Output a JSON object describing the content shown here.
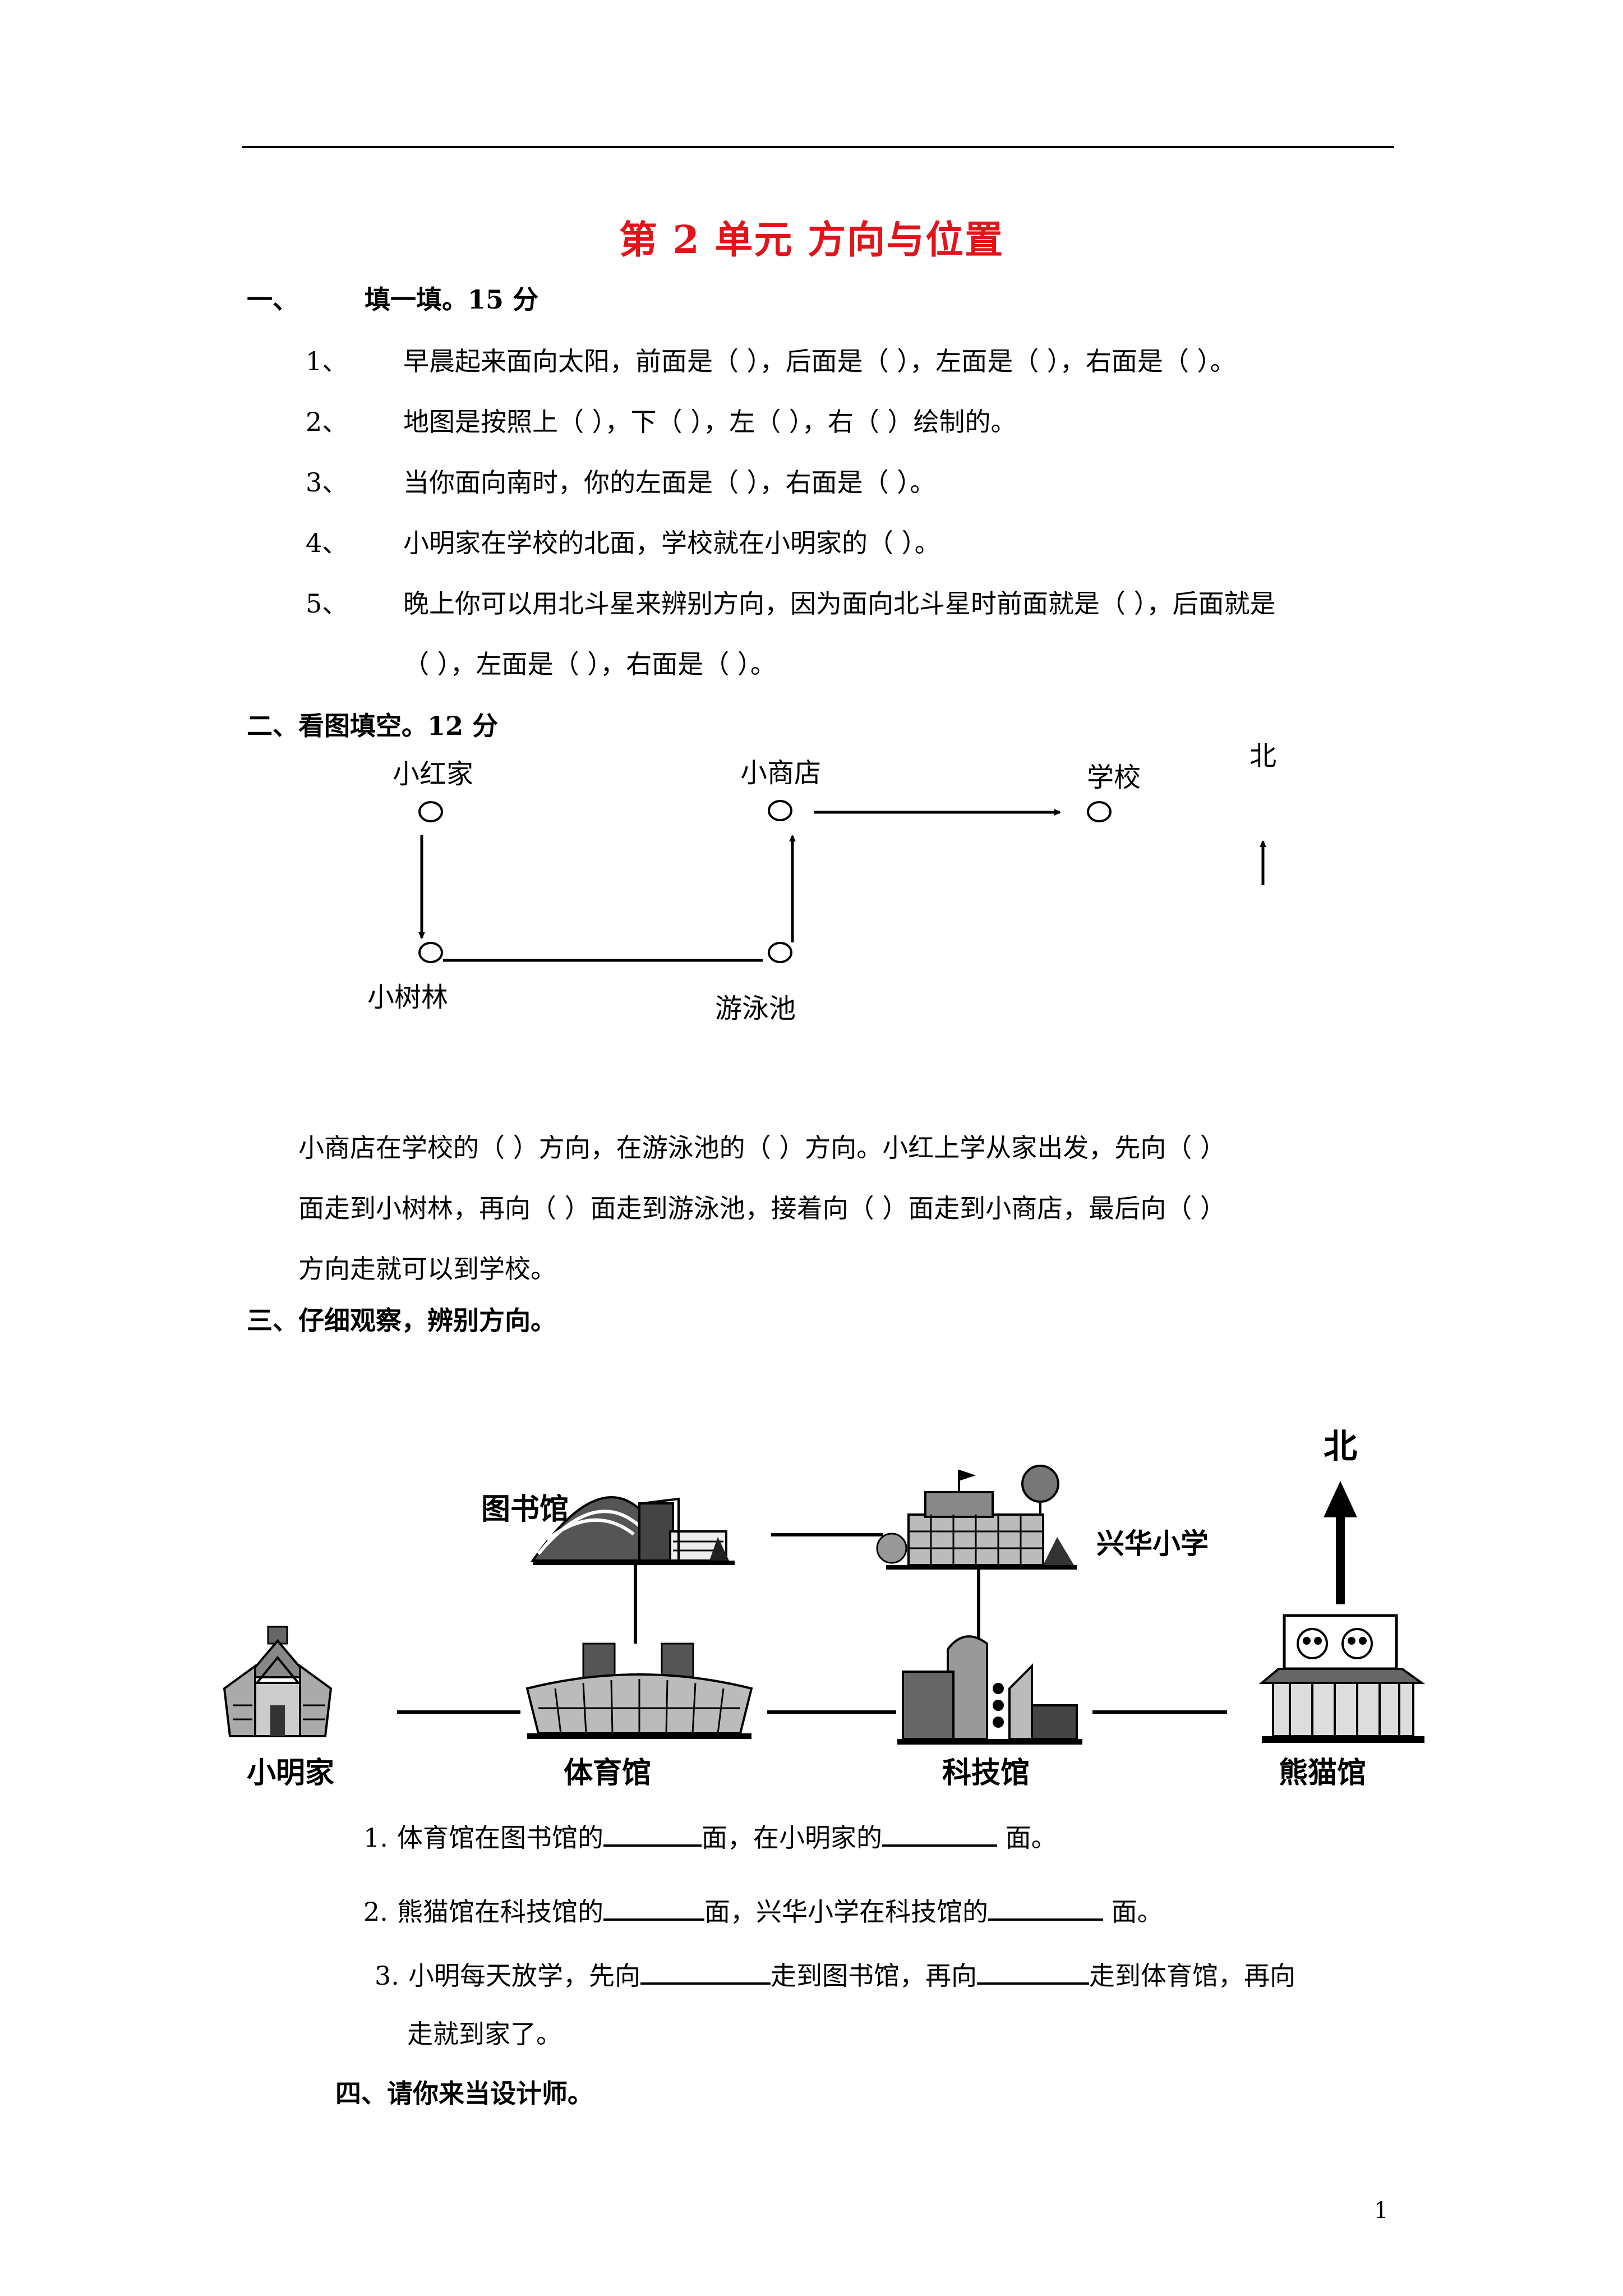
{
  "title": "第 2 单元  方向与位置",
  "section1": {
    "num": "一、",
    "heading": "填一填。15 分",
    "questions": [
      {
        "num": "1、",
        "text": "早晨起来面向太阳，前面是（    ），后面是（    ），左面是（    ），右面是（    ）。"
      },
      {
        "num": "2、",
        "text": "地图是按照上（    ），下（    ），左（    ），右（    ）绘制的。"
      },
      {
        "num": "3、",
        "text": "当你面向南时，你的左面是（    ），右面是（    ）。"
      },
      {
        "num": "4、",
        "text": "小明家在学校的北面，学校就在小明家的（    ）。"
      },
      {
        "num": "5、",
        "text": "晚上你可以用北斗星来辨别方向，因为面向北斗星时前面就是（    ），后面就是",
        "cont": "（    ），左面是（    ），右面是（    ）。"
      }
    ]
  },
  "section2": {
    "heading": "二、看图填空。12 分",
    "diagram": {
      "home": "小红家",
      "shop": "小商店",
      "school": "学校",
      "north": "北",
      "woods": "小树林",
      "pool": "游泳池"
    },
    "paragraph": [
      "小商店在学校的（    ）方向，在游泳池的（    ）方向。小红上学从家出发，先向（    ）",
      "面走到小树林，再向（    ）面走到游泳池，接着向（    ）面走到小商店，最后向（    ）",
      "方向走就可以到学校。"
    ]
  },
  "section3": {
    "heading": "三、仔细观察，辨别方向。",
    "map": {
      "library": "图书馆",
      "school": "兴华小学",
      "north": "北",
      "home": "小明家",
      "gym": "体育馆",
      "science": "科技馆",
      "panda": "熊猫馆"
    },
    "questions": [
      {
        "num": "1.",
        "a": "体育馆在图书馆的",
        "b": "面，在小明家的",
        "c": " 面。"
      },
      {
        "num": "2.",
        "a": "熊猫馆在科技馆的",
        "b": "面，兴华小学在科技馆的",
        "c": " 面。"
      },
      {
        "num": "3.",
        "a": "小明每天放学，先向",
        "b": "走到图书馆，再向",
        "c": "走到体育馆，再向",
        "cont": "走就到家了。"
      }
    ]
  },
  "section4": {
    "heading": "四、请你来当设计师。"
  },
  "page_number": "1"
}
